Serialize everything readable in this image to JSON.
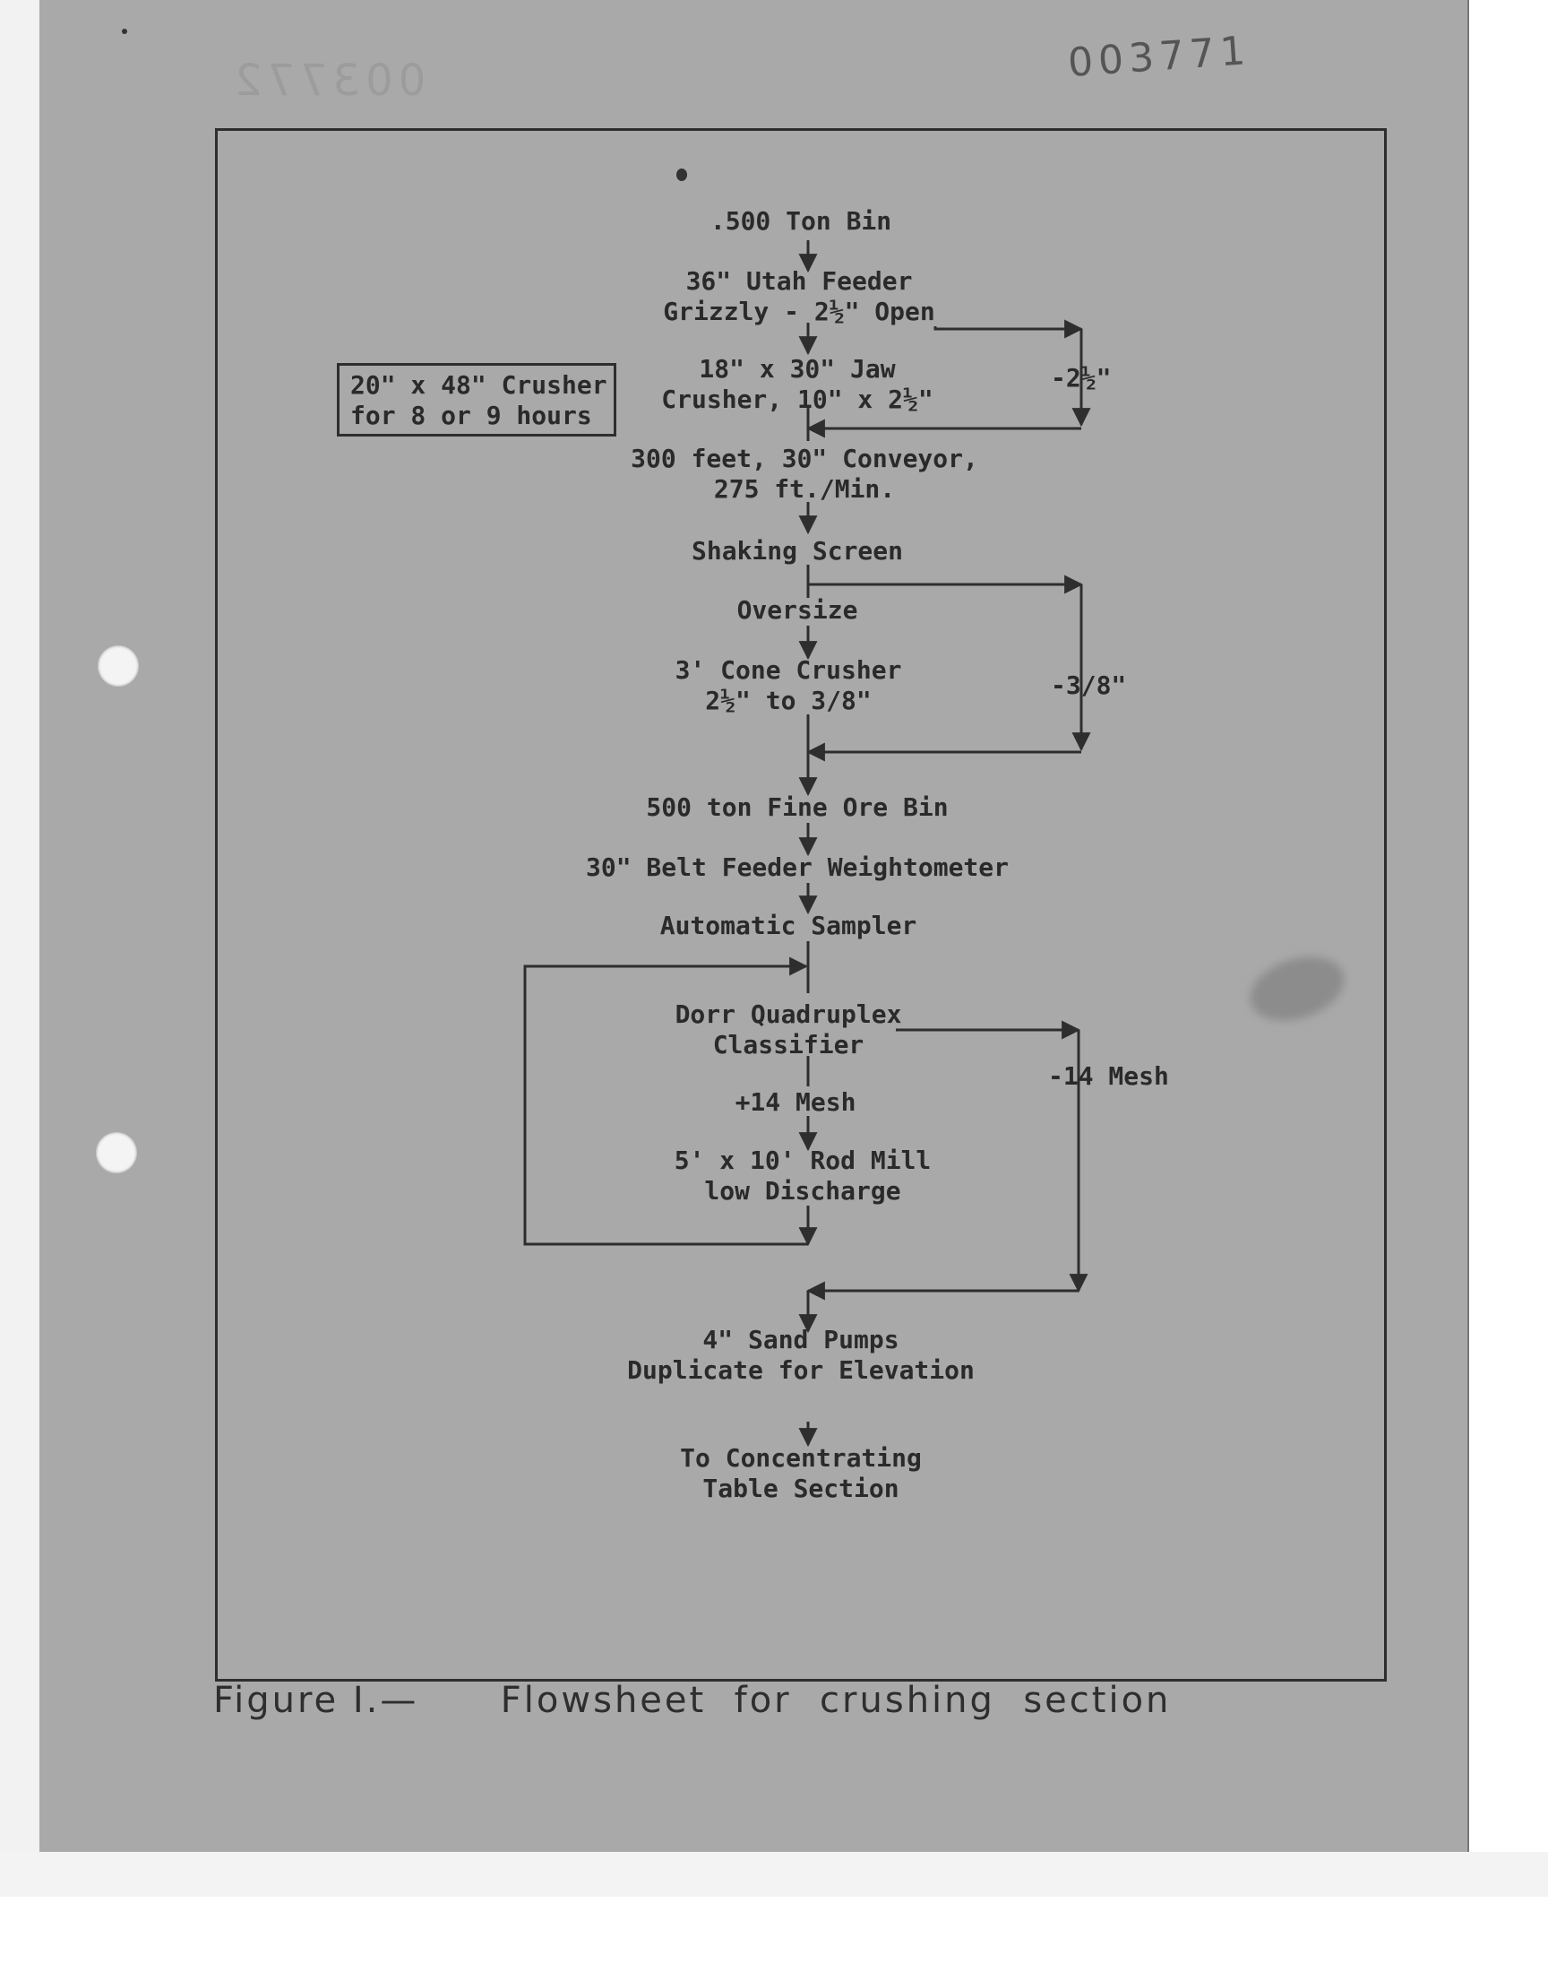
{
  "document": {
    "number": "003771",
    "ghost_number": "003772"
  },
  "flowsheet": {
    "bin": ".500 Ton Bin",
    "feeder": [
      "36\" Utah Feeder",
      "Grizzly  -  2½\" Open"
    ],
    "jaw": [
      "18\" x 30\" Jaw",
      "Crusher, 10\" x 2½\""
    ],
    "alt_crusher": [
      "20\" x 48\" Crusher",
      "for 8 or 9 hours"
    ],
    "bypass_jaw": "-2½\"",
    "conveyor": [
      "300 feet, 30\" Conveyor,",
      "275 ft./Min."
    ],
    "screen": "Shaking Screen",
    "oversize": "Oversize",
    "cone": [
      "3' Cone Crusher",
      "2½\" to 3/8\""
    ],
    "bypass_cone": "-3/8\"",
    "fine_bin": "500 ton Fine Ore Bin",
    "belt_feeder": "30\" Belt Feeder Weightometer",
    "sampler": "Automatic Sampler",
    "classifier": [
      "Dorr Quadruplex",
      "Classifier"
    ],
    "plus_mesh": "+14 Mesh",
    "minus_mesh": "-14 Mesh",
    "rod_mill": [
      "5' x 10' Rod Mill",
      "low Discharge"
    ],
    "pumps": [
      "4\" Sand Pumps",
      "Duplicate for Elevation"
    ],
    "destination": [
      "To Concentrating",
      "Table Section"
    ]
  },
  "caption": {
    "label": "Figure I.—",
    "text": "Flowsheet  for  crushing  section"
  }
}
